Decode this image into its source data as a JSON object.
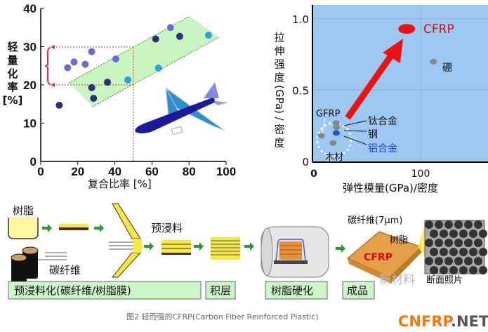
{
  "chart_data": [
    {
      "type": "scatter",
      "title": "",
      "xlabel": "复合比率  [%]",
      "ylabel": [
        "轻",
        "量",
        "化",
        "率",
        "[%]"
      ],
      "xlim": [
        0,
        100
      ],
      "ylim": [
        0,
        40
      ],
      "xticks": [
        "0",
        "20",
        "40",
        "60",
        "80",
        "100"
      ],
      "yticks": [
        "0",
        "10",
        "20",
        "30",
        "40"
      ],
      "points": [
        {
          "x": 10,
          "y": 14.7,
          "group": "dark"
        },
        {
          "x": 14.5,
          "y": 24.5,
          "group": "medium"
        },
        {
          "x": 18,
          "y": 26,
          "group": "medium"
        },
        {
          "x": 24,
          "y": 25.4,
          "group": "medium"
        },
        {
          "x": 27.5,
          "y": 28.7,
          "group": "medium"
        },
        {
          "x": 27.5,
          "y": 19.3,
          "group": "dark"
        },
        {
          "x": 28.5,
          "y": 16.5,
          "group": "dark"
        },
        {
          "x": 36,
          "y": 20.7,
          "group": "dark"
        },
        {
          "x": 40.5,
          "y": 26.8,
          "group": "medium"
        },
        {
          "x": 47,
          "y": 21.3,
          "group": "light"
        },
        {
          "x": 62,
          "y": 32,
          "group": "dark"
        },
        {
          "x": 63.5,
          "y": 24.4,
          "group": "light"
        },
        {
          "x": 70,
          "y": 35,
          "group": "medium"
        },
        {
          "x": 75,
          "y": 32.7,
          "group": "dark"
        },
        {
          "x": 90.5,
          "y": 33,
          "group": "light"
        }
      ],
      "group_colors": {
        "dark": "#2b2f7c",
        "medium": "#6b6bd8",
        "light": "#2aa2e2"
      },
      "annotation": {
        "x": 50,
        "y_range": [
          20,
          30
        ]
      }
    },
    {
      "type": "scatter",
      "xlabel": "弹性模量(GPa)/密度",
      "ylabel": [
        "拉",
        "伸",
        "强",
        "度",
        "(GPa)",
        "/",
        "密",
        "度"
      ],
      "xlim": [
        0,
        160
      ],
      "ylim": [
        0,
        1.1
      ],
      "xticks": [
        "0",
        "100"
      ],
      "yticks": [
        "0",
        "0.5",
        "1.0"
      ],
      "points": [
        {
          "label": "CFRP",
          "x": 87,
          "y": 0.93,
          "color": "#ee1111"
        },
        {
          "label": "硼",
          "x": 112,
          "y": 0.7,
          "color": "#888888"
        },
        {
          "label": "钛合金",
          "x": 21,
          "y": 0.27,
          "color": "#888888"
        },
        {
          "label": "钢",
          "x": 21,
          "y": 0.24,
          "color": "#888888"
        },
        {
          "label": "铝合金",
          "x": 21,
          "y": 0.2,
          "color": "#2255dd"
        },
        {
          "label": "GFRP",
          "x": 7,
          "y": 0.18,
          "color": "#888888"
        },
        {
          "label": "木材",
          "x": 18,
          "y": 0.13,
          "color": "#888888"
        }
      ]
    }
  ],
  "process": {
    "resin": "树脂",
    "carbon_fiber": "碳纤维",
    "prepreg": "预浸料",
    "fiber_size": "碳纤维(7μm)",
    "resin2": "树脂",
    "cfrp": "CFRP",
    "section_photo": "断面照片",
    "steps": [
      "预浸料化(碳纤维/树脂膜)",
      "积层",
      "树脂硬化",
      "成品"
    ]
  },
  "caption": "图2 轻而强的CFRP(Carbon Fiber Reinforced Plastic)",
  "watermark": "新材料",
  "logo": "CNFRP.NET"
}
